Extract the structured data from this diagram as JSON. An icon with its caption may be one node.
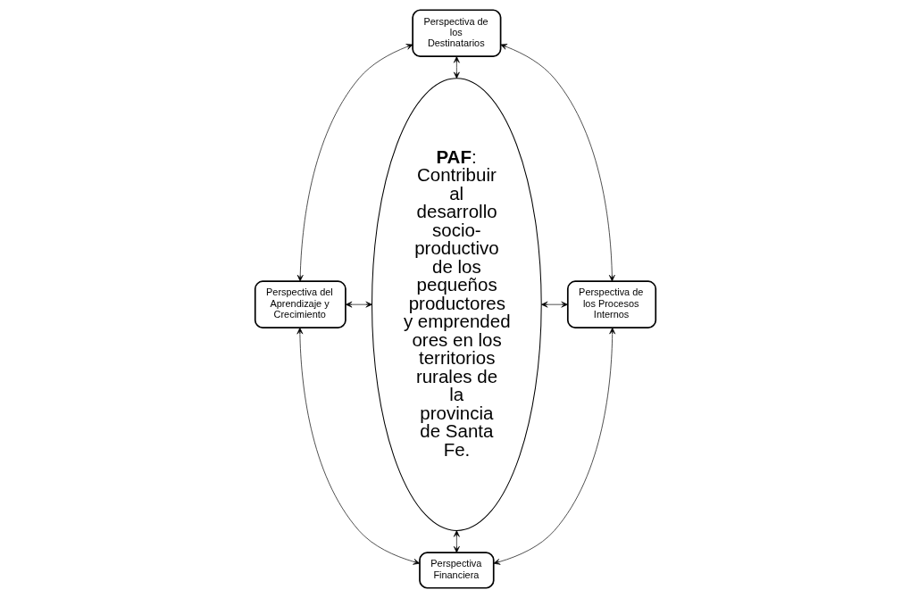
{
  "diagram": {
    "nodes": [
      {
        "text": [
          "Perspectiva de los Destinatarios"
        ]
      },
      {
        "text": [
          "Perspectiva del Aprendizaje y Crecimiento"
        ]
      },
      {
        "text": [
          "**PAF**: Contribuir al desarrollo socio-productivo de los pequeños productores y emprendedores en los territorios rurales de la provincia de Santa Fe."
        ]
      },
      {
        "text": [
          "Perspectiva de los Procesos Internos"
        ]
      },
      {
        "text": [
          "Perspectiva Financiera"
        ]
      }
    ],
    "edges": [
      {
        "from": 0,
        "to": 1,
        "arrow": "both"
      },
      {
        "from": 0,
        "to": 3,
        "arrow": "both"
      },
      {
        "from": 0,
        "to": 2,
        "arrow": "both"
      },
      {
        "from": 1,
        "to": 2,
        "arrow": "both"
      },
      {
        "from": 2,
        "to": 3,
        "arrow": "both"
      },
      {
        "from": 2,
        "to": 4,
        "arrow": "both"
      },
      {
        "from": 1,
        "to": 4,
        "arrow": "both"
      },
      {
        "from": 3,
        "to": 4,
        "arrow": "both"
      }
    ]
  }
}
